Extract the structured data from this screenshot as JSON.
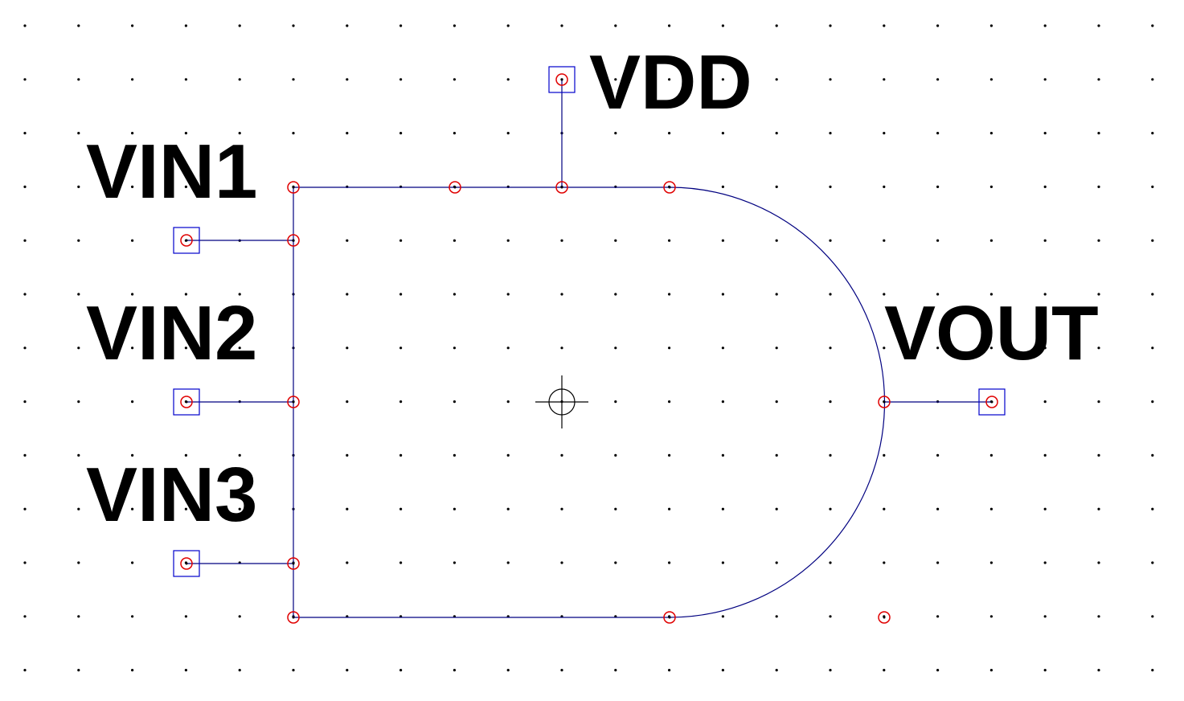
{
  "symbol": {
    "pins": [
      {
        "id": "vin1",
        "label": "VIN1"
      },
      {
        "id": "vin2",
        "label": "VIN2"
      },
      {
        "id": "vin3",
        "label": "VIN3"
      },
      {
        "id": "vdd",
        "label": "VDD"
      },
      {
        "id": "vout",
        "label": "VOUT"
      }
    ]
  },
  "colors": {
    "background": "#ffffff",
    "grid_dot": "#000000",
    "wire": "#000080",
    "pin_box": "#0000cc",
    "connection_marker": "#e00000",
    "origin_marker": "#000000",
    "label_text": "#000000"
  }
}
